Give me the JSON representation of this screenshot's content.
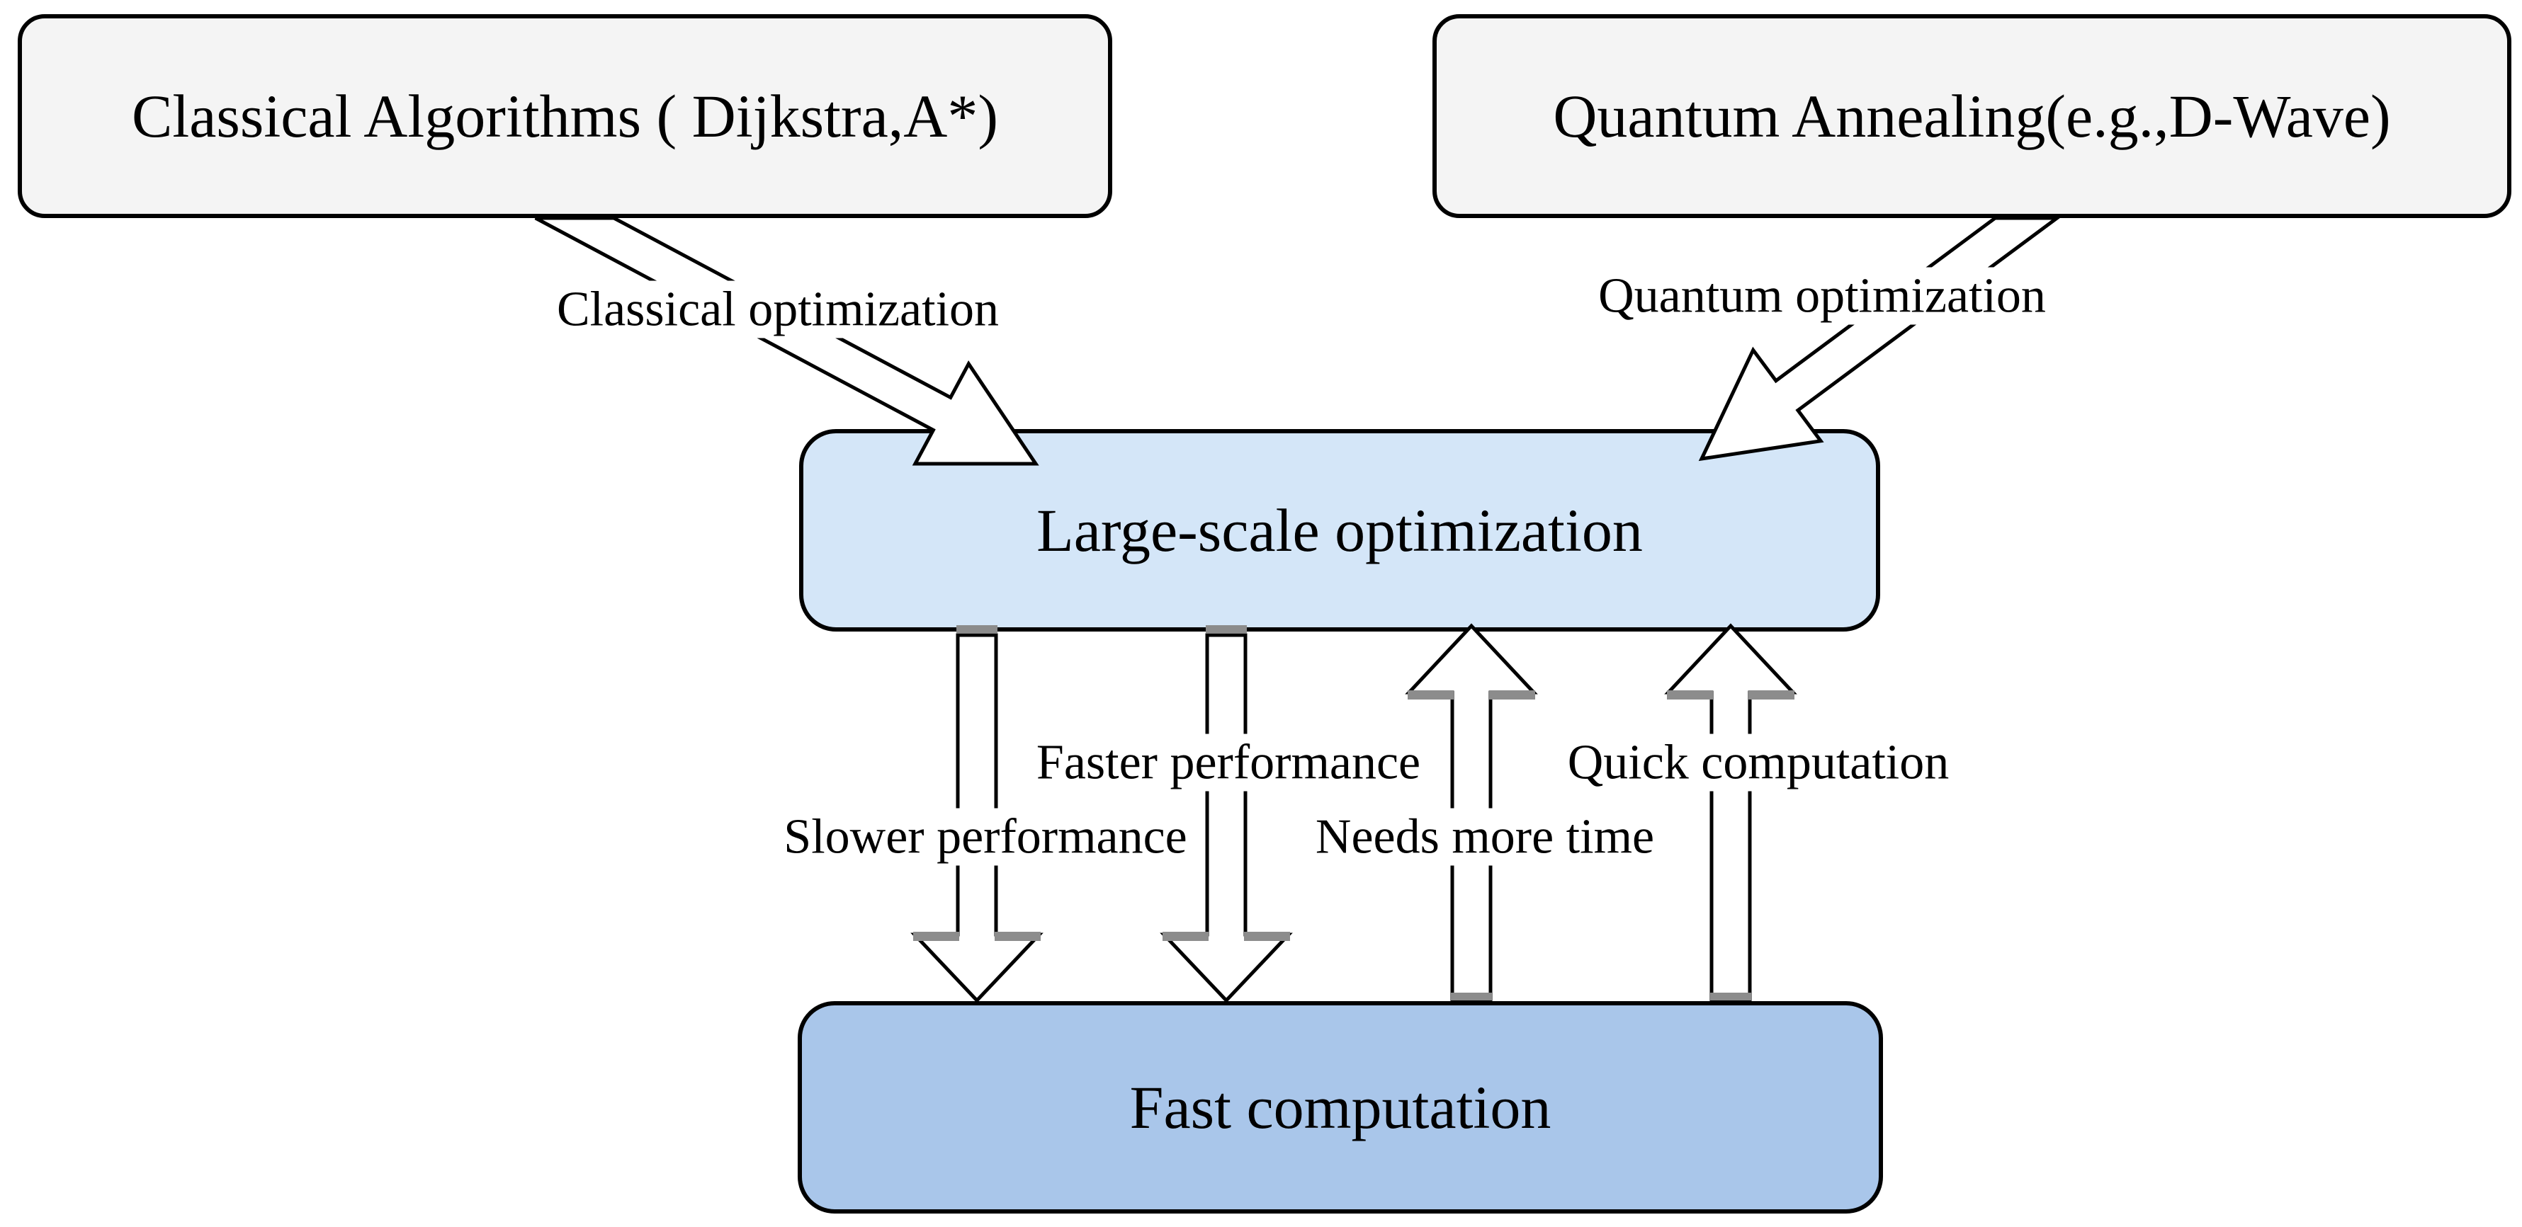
{
  "page": {
    "background": "#ffffff"
  },
  "nodes": {
    "classical": {
      "label": "Classical Algorithms ( Dijkstra,A*)",
      "fill": "#f4f4f4",
      "border": "#000000"
    },
    "quantum": {
      "label": "Quantum Annealing(e.g.,D-Wave)",
      "fill": "#f4f4f4",
      "border": "#000000"
    },
    "large_scale": {
      "label": "Large-scale optimization",
      "fill": "#d4e6f8",
      "border": "#000000"
    },
    "fast_computation": {
      "label": "Fast computation",
      "fill": "#a9c6ea",
      "border": "#000000"
    }
  },
  "edges": {
    "classical_to_large": {
      "label": "Classical optimization",
      "direction": "down-right"
    },
    "quantum_to_large": {
      "label": "Quantum optimization",
      "direction": "down-left"
    },
    "large_to_fast_left": {
      "label": "Slower performance",
      "direction": "down"
    },
    "large_to_fast_right": {
      "label": "Faster performance",
      "direction": "down"
    },
    "fast_to_large_left": {
      "label": "Needs more time",
      "direction": "up"
    },
    "fast_to_large_right": {
      "label": "Quick computation",
      "direction": "up"
    }
  },
  "colors": {
    "arrow_fill": "#ffffff",
    "arrow_stroke": "#000000",
    "shadow_gray": "#8c8c8c"
  }
}
